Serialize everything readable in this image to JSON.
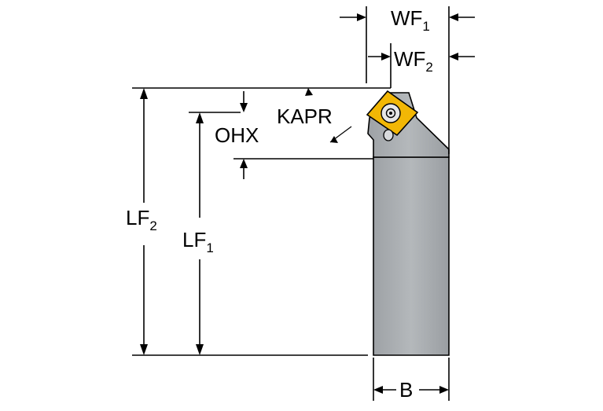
{
  "labels": {
    "wf1": {
      "base": "WF",
      "sub": "1"
    },
    "wf2": {
      "base": "WF",
      "sub": "2"
    },
    "kapr": "KAPR",
    "ohx": "OHX",
    "lf2": {
      "base": "LF",
      "sub": "2"
    },
    "lf1": {
      "base": "LF",
      "sub": "1"
    },
    "b": "B"
  },
  "colors": {
    "body": "#a9adb1",
    "body_edge": "#000000",
    "insert": "#f2b705",
    "insert_edge": "#000000",
    "screw": "#e6e6e6"
  }
}
